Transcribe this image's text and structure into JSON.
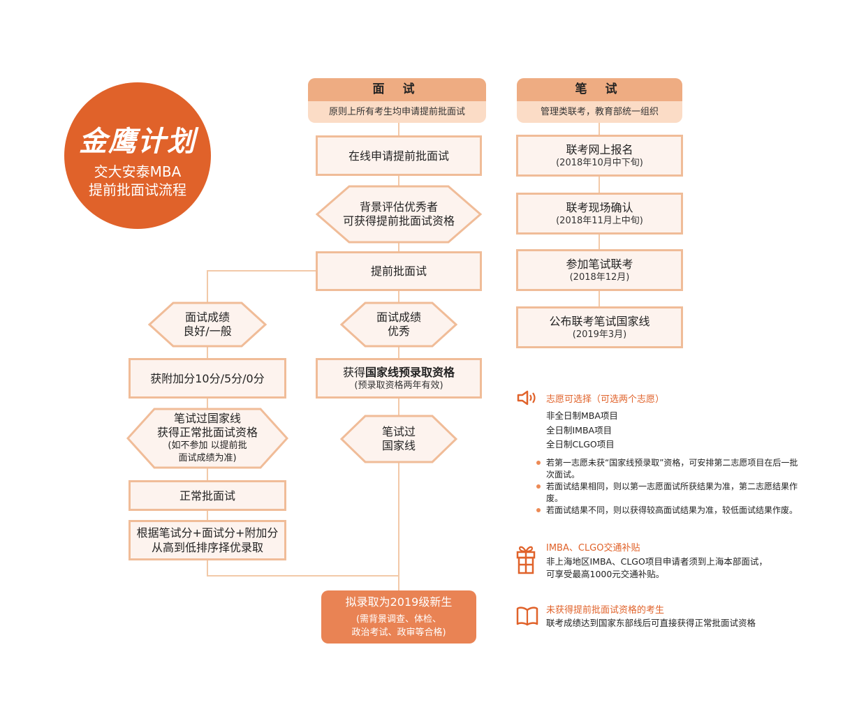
{
  "logo": {
    "brand": "金鹰计划",
    "subtitle_line1": "交大安泰MBA",
    "subtitle_line2": "提前批面试流程"
  },
  "colors": {
    "accent": "#e0622a",
    "header_dark": "#eeac82",
    "header_light": "#fbdcc6",
    "box_border": "#f0bc98",
    "box_fill": "#fdf3ee",
    "final_fill": "#e98354",
    "connector": "#f2c9a8"
  },
  "interview_column": {
    "header": {
      "title": "面 试",
      "subtitle": "原则上所有考生均申请提前批面试"
    },
    "steps": [
      {
        "type": "box",
        "text": "在线申请提前批面试"
      },
      {
        "type": "hexagon",
        "line1": "背景评估优秀者",
        "line2": "可获得提前批面试资格"
      },
      {
        "type": "box",
        "text": "提前批面试"
      },
      {
        "type": "hexagon",
        "line1": "面试成绩",
        "line2": "优秀"
      },
      {
        "type": "box",
        "text_prefix": "获得",
        "text_bold": "国家线预录取资格",
        "note": "(预录取资格两年有效)"
      },
      {
        "type": "hexagon",
        "line1": "笔试过",
        "line2": "国家线"
      }
    ]
  },
  "left_branch": {
    "steps": [
      {
        "type": "hexagon",
        "line1": "面试成绩",
        "line2": "良好/一般"
      },
      {
        "type": "box",
        "text": "获附加分10分/5分/0分"
      },
      {
        "type": "hexagon",
        "line1": "笔试过国家线",
        "line2": "获得正常批面试资格",
        "note1": "(如不参加 以提前批",
        "note2": "面试成绩为准)"
      },
      {
        "type": "box",
        "text": "正常批面试"
      },
      {
        "type": "box",
        "line1": "根据笔试分+面试分+附加分",
        "line2": "从高到低排序择优录取"
      }
    ]
  },
  "final": {
    "title": "拟录取为2019级新生",
    "note1": "(需背景调查、体检、",
    "note2": "政治考试、政审等合格)"
  },
  "written_column": {
    "header": {
      "title": "笔 试",
      "subtitle": "管理类联考，教育部统一组织"
    },
    "steps": [
      {
        "text": "联考网上报名",
        "date": "(2018年10月中下旬)"
      },
      {
        "text": "联考现场确认",
        "date": "(2018年11月上中旬)"
      },
      {
        "text": "参加笔试联考",
        "date": "(2018年12月)"
      },
      {
        "text": "公布联考笔试国家线",
        "date": "(2019年3月)"
      }
    ]
  },
  "notes": {
    "choices": {
      "icon": "speaker-icon",
      "title": "志愿可选择（可选两个志愿）",
      "programs": [
        "非全日制MBA项目",
        "全日制IMBA项目",
        "全日制CLGO项目"
      ],
      "bullets": [
        "若第一志愿未获“国家线预录取”资格，可安排第二志愿项目在后一批次面试。",
        "若面试结果相同，则以第一志愿面试所获结果为准，第二志愿结果作废。",
        "若面试结果不同，则以获得较高面试结果为准，较低面试结果作废。"
      ]
    },
    "subsidy": {
      "icon": "gift-icon",
      "title": "IMBA、CLGO交通补贴",
      "line1": "非上海地区IMBA、CLGO项目申请者须到上海本部面试，",
      "line2": "可享受最高1000元交通补贴。"
    },
    "no_qualification": {
      "icon": "book-icon",
      "title": "未获得提前批面试资格的考生",
      "text": "联考成绩达到国家东部线后可直接获得正常批面试资格"
    }
  }
}
